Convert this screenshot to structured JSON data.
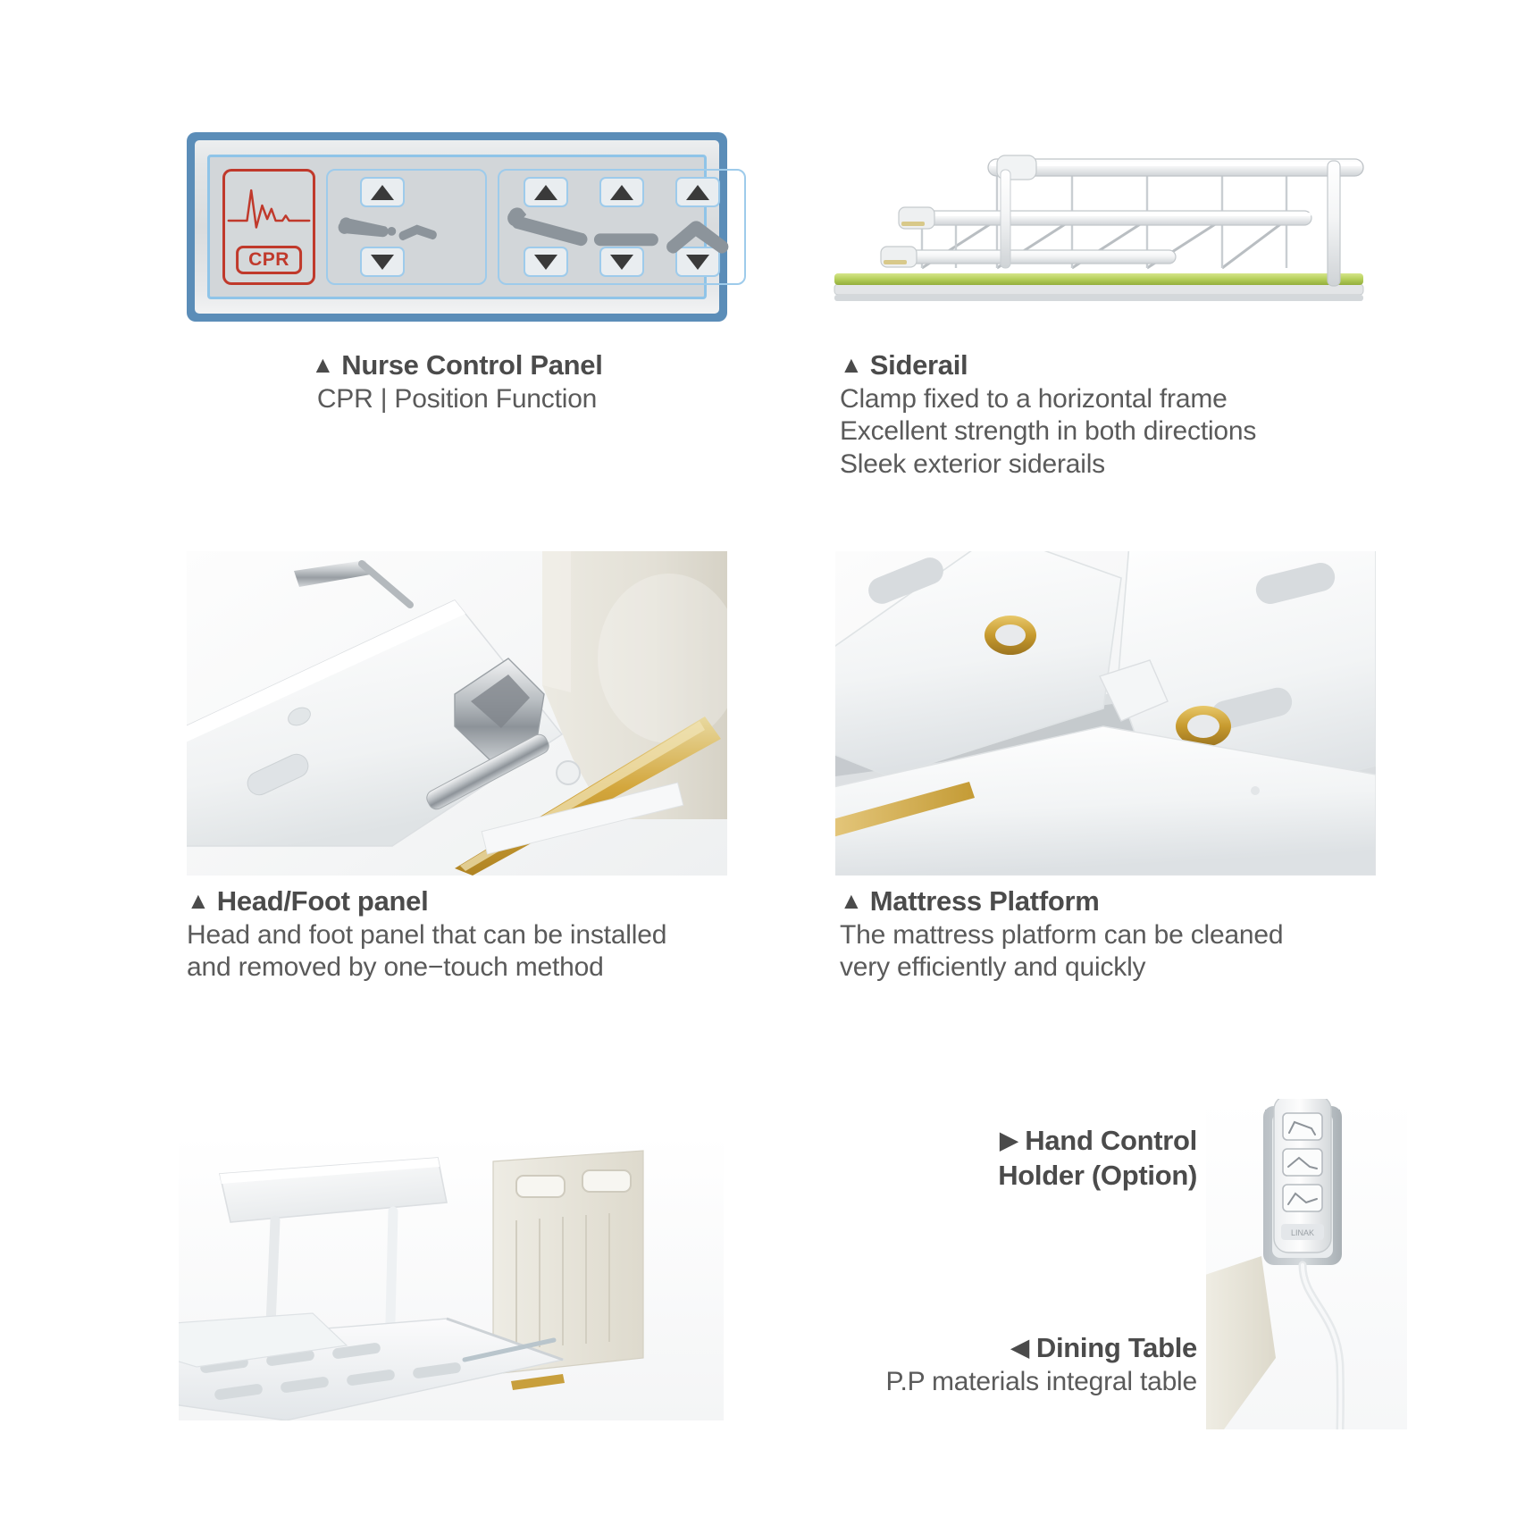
{
  "document": {
    "type": "product-feature-sheet",
    "background_color": "#ffffff",
    "text_color_title": "#4b4b4b",
    "text_color_body": "#5a5a5a",
    "accent_blue": "#5b8db8",
    "accent_light_blue": "#9ecbeb",
    "accent_red": "#c0392b",
    "accent_green": "#b5cf5a",
    "accent_gold": "#d3a63c"
  },
  "features": [
    {
      "id": "nurse-control-panel",
      "marker": "▲",
      "title": "Nurse Control Panel",
      "align": "center",
      "lines": [
        "CPR | Position Function"
      ],
      "panel": {
        "cpr_label": "CPR",
        "groups": [
          {
            "name": "height-adjust",
            "buttons": [
              "▲",
              "▼"
            ]
          },
          {
            "name": "backrest",
            "buttons": [
              "▲",
              "▼"
            ]
          },
          {
            "name": "knee-rest",
            "buttons": [
              "▲",
              "▼"
            ]
          },
          {
            "name": "trendelenburg",
            "buttons": [
              "▲",
              "▼"
            ]
          }
        ]
      }
    },
    {
      "id": "siderail",
      "marker": "▲",
      "title": "Siderail",
      "align": "left",
      "lines": [
        "Clamp fixed to a horizontal frame",
        "Excellent strength in both directions",
        "Sleek exterior siderails"
      ]
    },
    {
      "id": "head-foot-panel",
      "marker": "▲",
      "title": "Head/Foot panel",
      "align": "left",
      "lines": [
        "Head and foot panel that can be installed",
        "and removed by one−touch method"
      ]
    },
    {
      "id": "mattress-platform",
      "marker": "▲",
      "title": "Mattress Platform",
      "align": "left",
      "lines": [
        "The mattress platform can be cleaned",
        "very efficiently and quickly"
      ]
    },
    {
      "id": "dining-table",
      "marker": "◀",
      "title": "Dining Table",
      "align": "right",
      "lines": [
        "P.P materials integral table"
      ]
    },
    {
      "id": "hand-control-holder",
      "marker": "▶",
      "title_line_1": "Hand Control",
      "title_line_2": "Holder (Option)",
      "align": "right",
      "lines": []
    }
  ],
  "hand_control": {
    "brand_label": "LINAK"
  }
}
